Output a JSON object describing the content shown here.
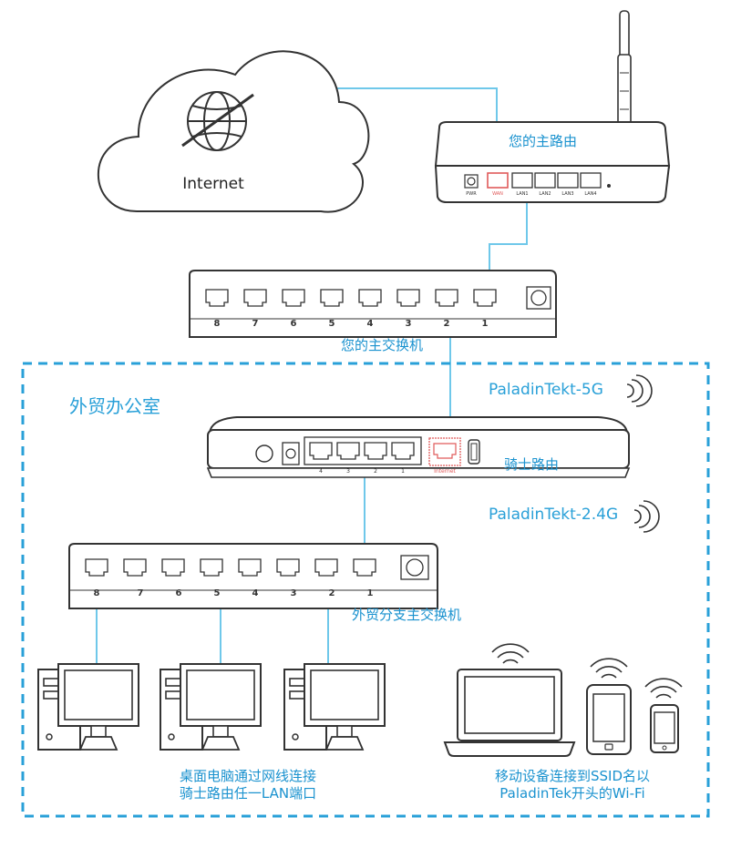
{
  "colors": {
    "accent": "#29a0d8",
    "cable": "#6fc8ea",
    "outline": "#333333",
    "wan_port": "#e05a5a"
  },
  "cloud": {
    "label": "Internet",
    "icon": "globe-icon"
  },
  "main_router": {
    "label": "您的主路由",
    "ports": [
      "PWR",
      "WAN",
      "LAN1",
      "LAN2",
      "LAN3",
      "LAN4"
    ]
  },
  "main_switch": {
    "label": "您的主交换机",
    "ports": [
      "8",
      "7",
      "6",
      "5",
      "4",
      "3",
      "2",
      "1"
    ]
  },
  "office": {
    "title": "外贸办公室"
  },
  "wifi_5g": {
    "ssid": "PaladinTekt-5G"
  },
  "wifi_24g": {
    "ssid": "PaladinTekt-2.4G"
  },
  "knight_router": {
    "label": "骑士路由",
    "lan_ports": [
      "4",
      "3",
      "2",
      "1"
    ],
    "wan_label": "Internet"
  },
  "branch_switch": {
    "label": "外贸分支主交换机",
    "ports": [
      "8",
      "7",
      "6",
      "5",
      "4",
      "3",
      "2",
      "1"
    ]
  },
  "desktops": {
    "caption_line1": "桌面电脑通过网线连接",
    "caption_line2": "骑士路由任一LAN端口"
  },
  "mobile": {
    "caption_line1": "移动设备连接到SSID名以",
    "caption_line2": "PaladinTek开头的Wi-Fi"
  }
}
